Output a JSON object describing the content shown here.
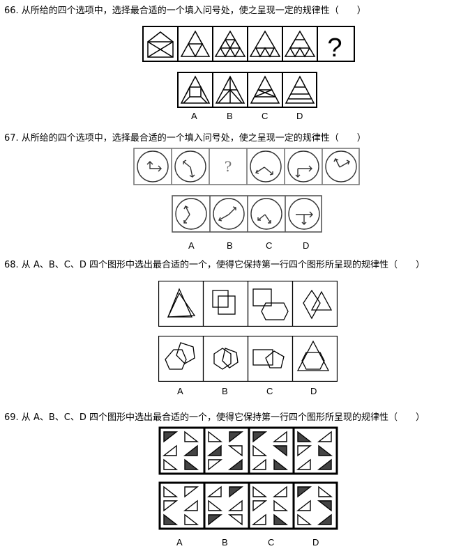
{
  "questions": [
    {
      "number": "66",
      "text": "66. 从所给的四个选项中，选择最合适的一个填入问号处，使之呈现一定的规律性（　　）",
      "placeholder": "?",
      "options": [
        "A",
        "B",
        "C",
        "D"
      ]
    },
    {
      "number": "67",
      "text": "67. 从所给的四个选项中，选择最合适的一个填入问号处，使之呈现一定的规律性（　　）",
      "placeholder": "?",
      "options": [
        "A",
        "B",
        "C",
        "D"
      ]
    },
    {
      "number": "68",
      "text": "68. 从 A、B、C、D 四个图形中选出最合适的一个，使得它保持第一行四个图形所呈现的规律性（　　）",
      "options": [
        "A",
        "B",
        "C",
        "D"
      ]
    },
    {
      "number": "69",
      "text": "69. 从 A、B、C、D 四个图形中选出最合适的一个，使得它保持第一行四个图形所呈现的规律性（　　）",
      "options": [
        "A",
        "B",
        "C",
        "D"
      ]
    }
  ],
  "icons": {
    "q66": [
      "envelope-icon",
      "triangle-4-icon",
      "triangle-9-icon",
      "triangle-inverted-row-icon",
      "triangle-6-icon",
      "question-mark-icon"
    ],
    "q67": [
      "clock-arrows-icon",
      "rotating-arrows-icon"
    ],
    "q68": [
      "overlapping-shapes-icon"
    ],
    "q69": [
      "right-triangle-grid-icon"
    ]
  }
}
